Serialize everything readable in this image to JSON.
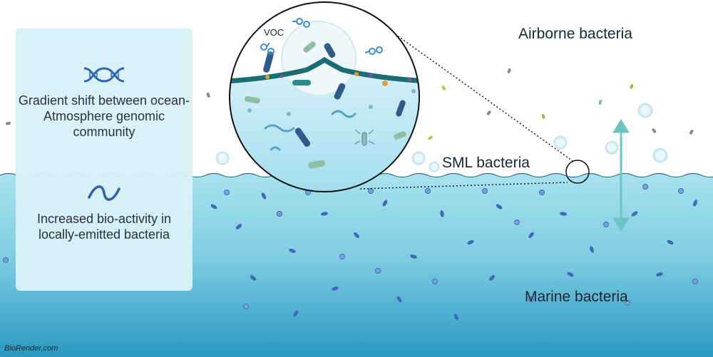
{
  "panel": {
    "item1_text": "Gradient shift between ocean-Atmosphere genomic community",
    "item1_icon": "dna-icon",
    "item2_text": "Increased bio-activity in locally-emitted bacteria",
    "item2_icon": "wave-icon"
  },
  "labels": {
    "airborne": "Airborne bacteria",
    "sml": "SML bacteria",
    "marine": "Marine bacteria",
    "voc": "VOC"
  },
  "credit": "BioRender.com",
  "colors": {
    "sea_top": "#8fd7e6",
    "sea_bottom": "#2a98c2",
    "panel_bg": "#d8f1f7",
    "arrow": "#6cc4c2",
    "surface_film": "#1a6e73",
    "bacteria_blue": "#3f69b8"
  }
}
